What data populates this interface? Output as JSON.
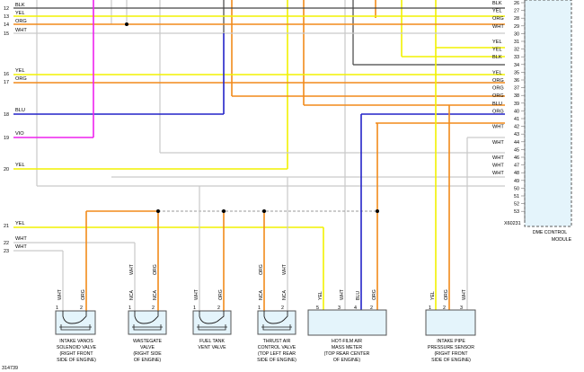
{
  "colors": {
    "BLK": "#444444",
    "YEL": "#f2f200",
    "ORG": "#f28a1a",
    "WHT": "#c9c9c9",
    "BLU": "#2323c8",
    "VIO": "#ee22ee",
    "module_fill": "#e4f4fb",
    "module_edge": "#5a5a5a"
  },
  "left_pins": [
    {
      "num": "12",
      "wire": "BLK"
    },
    {
      "num": "13",
      "wire": "YEL"
    },
    {
      "num": "14",
      "wire": "ORG"
    },
    {
      "num": "15",
      "wire": "WHT"
    },
    {
      "num": "16",
      "wire": "YEL"
    },
    {
      "num": "17",
      "wire": "ORG"
    },
    {
      "num": "18",
      "wire": "BLU"
    },
    {
      "num": "19",
      "wire": "VIO"
    },
    {
      "num": "20",
      "wire": "YEL"
    },
    {
      "num": "21",
      "wire": "YEL"
    },
    {
      "num": "22",
      "wire": "WHT"
    },
    {
      "num": "23",
      "wire": "WHT"
    }
  ],
  "module_pins": [
    {
      "num": "26",
      "wire": "BLK"
    },
    {
      "num": "27",
      "wire": "YEL"
    },
    {
      "num": "28",
      "wire": "ORG"
    },
    {
      "num": "29",
      "wire": "WHT"
    },
    {
      "num": "30",
      "wire": ""
    },
    {
      "num": "31",
      "wire": "YEL"
    },
    {
      "num": "32",
      "wire": "YEL"
    },
    {
      "num": "33",
      "wire": "BLK"
    },
    {
      "num": "34",
      "wire": ""
    },
    {
      "num": "35",
      "wire": "YEL"
    },
    {
      "num": "36",
      "wire": "ORG"
    },
    {
      "num": "37",
      "wire": "ORG"
    },
    {
      "num": "38",
      "wire": "ORG"
    },
    {
      "num": "39",
      "wire": "BLU"
    },
    {
      "num": "40",
      "wire": "ORG"
    },
    {
      "num": "41",
      "wire": ""
    },
    {
      "num": "42",
      "wire": "WHT"
    },
    {
      "num": "43",
      "wire": ""
    },
    {
      "num": "44",
      "wire": "WHT"
    },
    {
      "num": "45",
      "wire": ""
    },
    {
      "num": "46",
      "wire": "WHT"
    },
    {
      "num": "47",
      "wire": "WHT"
    },
    {
      "num": "48",
      "wire": "WHT"
    },
    {
      "num": "49",
      "wire": ""
    },
    {
      "num": "50",
      "wire": ""
    },
    {
      "num": "51",
      "wire": ""
    },
    {
      "num": "52",
      "wire": ""
    },
    {
      "num": "53",
      "wire": ""
    }
  ],
  "module": {
    "label_line1": "DME CONTROL",
    "label_line2": "MODULE",
    "connector_id": "X60231"
  },
  "components": [
    {
      "id": "vanos",
      "caption": [
        "INTAKE VANOS",
        "SOLENOID VALVE",
        "(RIGHT FRONT",
        "SIDE OF ENGINE)"
      ],
      "pins": [
        {
          "pin": "1",
          "wire": "WHT"
        },
        {
          "pin": "2",
          "wire": "ORG"
        }
      ]
    },
    {
      "id": "wastegate",
      "caption": [
        "WASTEGATE",
        "VALVE",
        "(RIGHT SIDE",
        "OF ENGINE)"
      ],
      "pins": [
        {
          "pin": "1",
          "wire": "WHT",
          "extra": "NCA"
        },
        {
          "pin": "2",
          "wire": "ORG",
          "extra": "NCA"
        }
      ]
    },
    {
      "id": "fueltank",
      "caption": [
        "FUEL TANK",
        "VENT VALVE"
      ],
      "pins": [
        {
          "pin": "1",
          "wire": "WHT"
        },
        {
          "pin": "2",
          "wire": "ORG"
        }
      ]
    },
    {
      "id": "thrust",
      "caption": [
        "THRUST AIR",
        "CONTROL VALVE",
        "(TOP LEFT REAR",
        "SIDE OF ENGINE)"
      ],
      "pins": [
        {
          "pin": "1",
          "wire": "ORG",
          "extra": "NCA"
        },
        {
          "pin": "2",
          "wire": "WHT",
          "extra": "NCA"
        }
      ]
    },
    {
      "id": "hotfilm",
      "caption": [
        "HOT-FILM AIR",
        "MASS METER",
        "(TOP REAR CENTER",
        "OF ENGINE)"
      ],
      "pins": [
        {
          "pin": "5",
          "wire": "YEL"
        },
        {
          "pin": "3",
          "wire": "WHT"
        },
        {
          "pin": "4",
          "wire": "BLU"
        },
        {
          "pin": "2",
          "wire": "ORG"
        }
      ]
    },
    {
      "id": "pipesensor",
      "caption": [
        "INTAKE PIPE",
        "PRESSURE SENSOR",
        "(RIGHT FRONT",
        "SIDE OF ENGINE)"
      ],
      "pins": [
        {
          "pin": "1",
          "wire": "YEL"
        },
        {
          "pin": "2",
          "wire": "ORG"
        },
        {
          "pin": "3",
          "wire": "WHT"
        }
      ]
    }
  ],
  "diagram_id": "314739"
}
